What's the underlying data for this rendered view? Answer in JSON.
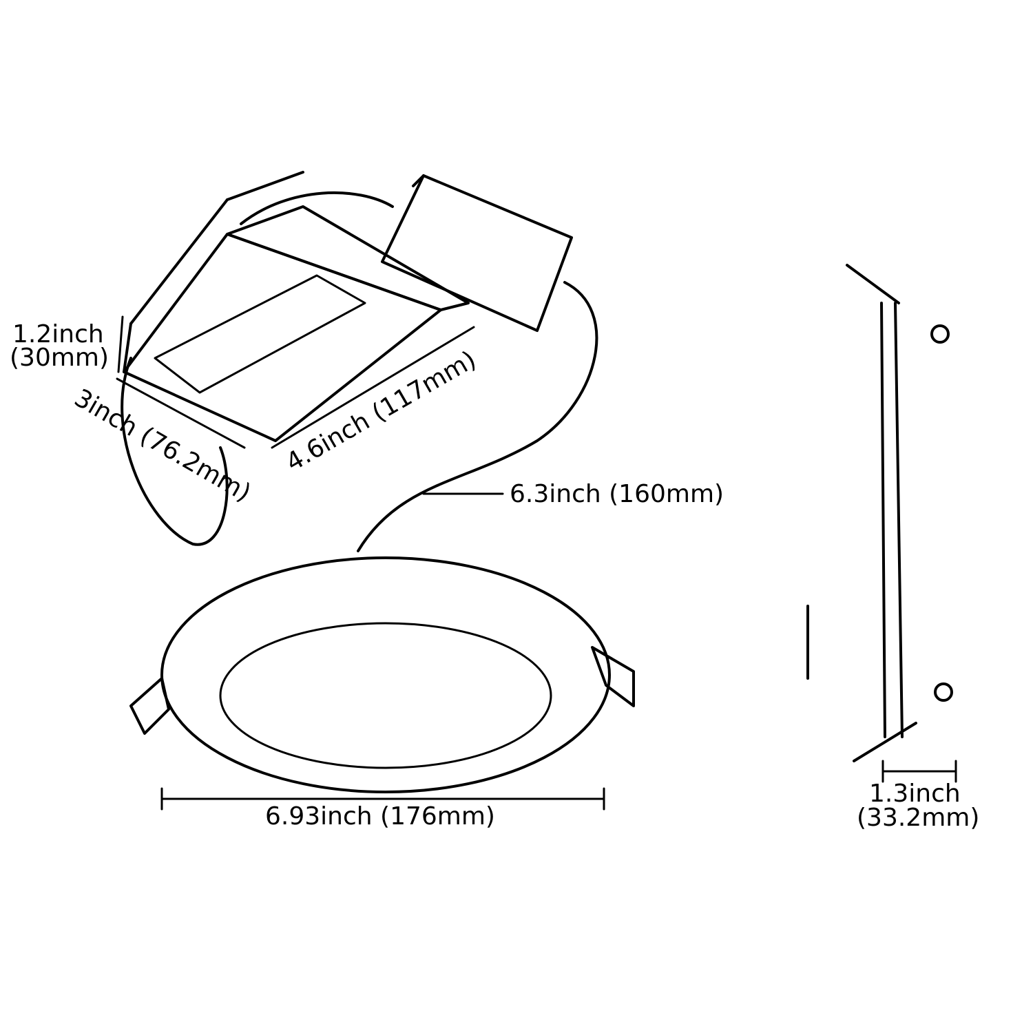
{
  "dimensions": {
    "junction_box_height": {
      "inch": "1.2inch",
      "mm": "(30mm)"
    },
    "junction_box_width": "3inch (76.2mm)",
    "junction_box_length": "4.6inch (117mm)",
    "cable_length": "6.3inch (160mm)",
    "panel_diameter": "6.93inch (176mm)",
    "panel_height": {
      "inch": "1.3inch",
      "mm": "(33.2mm)"
    }
  },
  "colors": {
    "line": "#000000",
    "background": "#ffffff"
  }
}
